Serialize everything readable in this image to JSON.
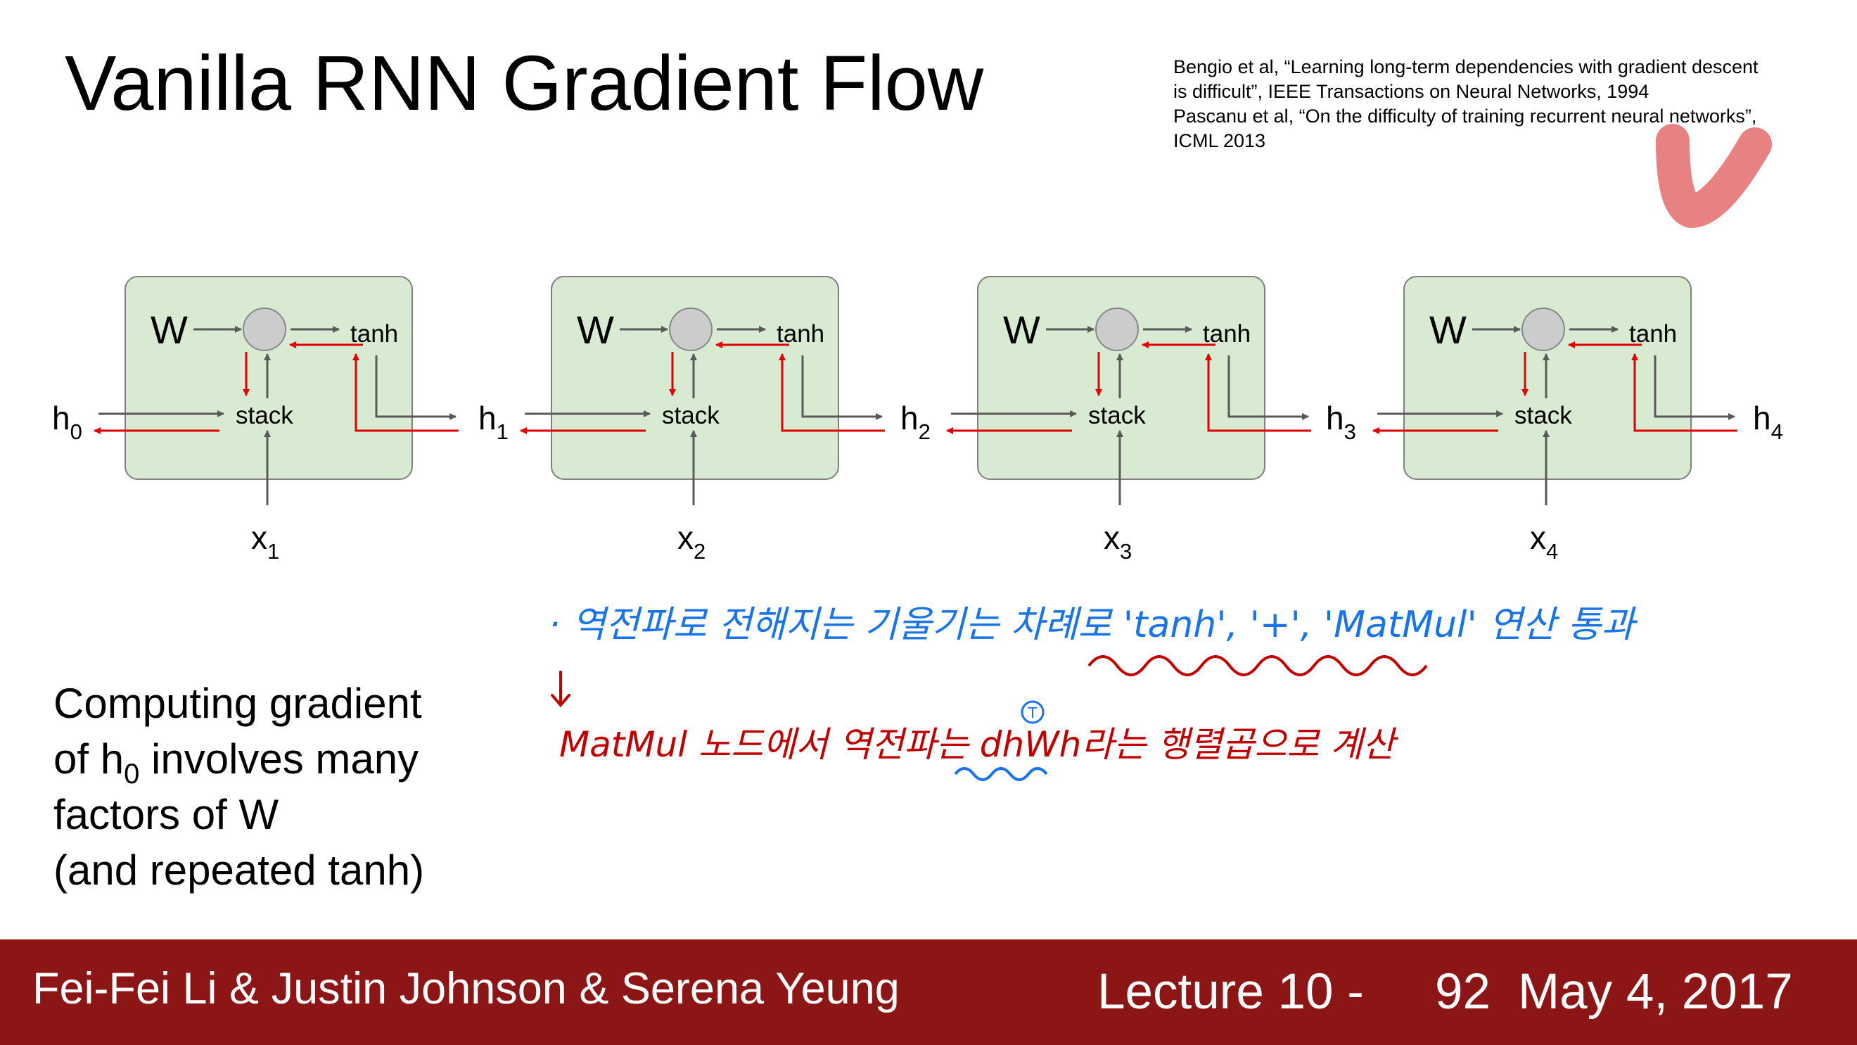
{
  "slide": {
    "title": "Vanilla RNN Gradient Flow",
    "references": [
      "Bengio et al, “Learning long-term dependencies with gradient descent",
      "is difficult”, IEEE Transactions on Neural Networks, 1994",
      "Pascanu et al, “On the difficulty of training recurrent neural networks”,",
      "ICML 2013"
    ],
    "caption": {
      "line1": "Computing gradient",
      "line2_pre": "of h",
      "line2_sub": "0",
      "line2_post": " involves many",
      "line3": "factors of W",
      "line4": "(and repeated tanh)"
    }
  },
  "diagram": {
    "cells": [
      {
        "w": "W",
        "tanh": "tanh",
        "stack": "stack",
        "x": "x",
        "x_sub": "1"
      },
      {
        "w": "W",
        "tanh": "tanh",
        "stack": "stack",
        "x": "x",
        "x_sub": "2"
      },
      {
        "w": "W",
        "tanh": "tanh",
        "stack": "stack",
        "x": "x",
        "x_sub": "3"
      },
      {
        "w": "W",
        "tanh": "tanh",
        "stack": "stack",
        "x": "x",
        "x_sub": "4"
      }
    ],
    "hidden": [
      {
        "label": "h",
        "sub": "0"
      },
      {
        "label": "h",
        "sub": "1"
      },
      {
        "label": "h",
        "sub": "2"
      },
      {
        "label": "h",
        "sub": "3"
      },
      {
        "label": "h",
        "sub": "4"
      }
    ]
  },
  "annotations": {
    "blue_line": "· 역전파로 전해지는 기울기는 차례로 'tanh', '+', 'MatMul' 연산 통과",
    "red_line": "MatMul 노드에서 역전파는 dhWh라는 행렬곱으로 계산",
    "red_term": "dhWh",
    "circled_mark": "T"
  },
  "footer": {
    "authors": "Fei-Fei Li & Justin Johnson & Serena Yeung",
    "lecture": "Lecture 10 -",
    "page": "92",
    "date": "May 4, 2017"
  },
  "colors": {
    "cell_fill": "#d9ead3",
    "cell_border": "#7f7f7f",
    "forward_arrow": "#595959",
    "backward_arrow": "#e00000",
    "footer_bg": "#8c1515",
    "footer_text": "#ffffff",
    "blue_ink": "#1a73e8",
    "red_ink": "#c00000",
    "checkmark": "#e57373"
  }
}
